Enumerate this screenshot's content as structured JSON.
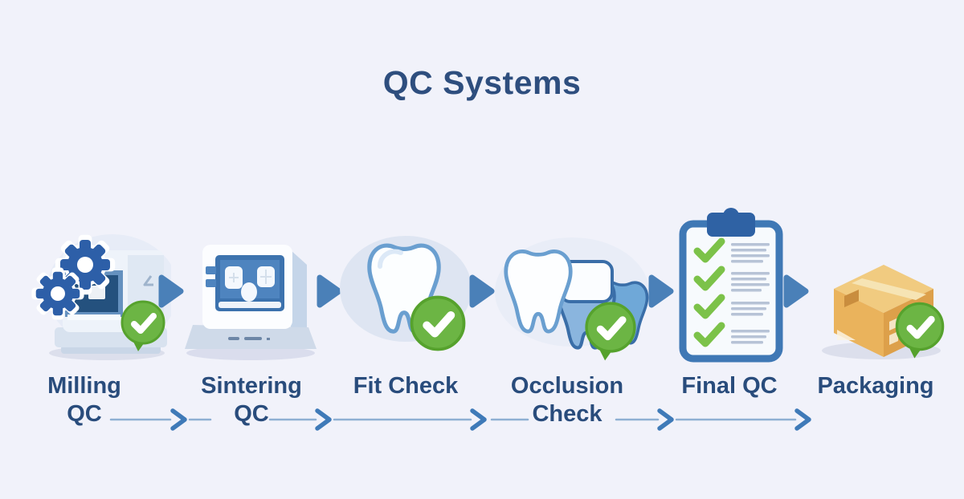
{
  "title": "QC Systems",
  "stages": [
    {
      "name": "Milling QC",
      "line1": "Milling",
      "line2": "QC",
      "icon": "milling-machine-gears-icon",
      "checked": true
    },
    {
      "name": "Sintering QC",
      "line1": "Sintering",
      "line2": "QC",
      "icon": "sintering-furnace-icon",
      "checked": false
    },
    {
      "name": "Fit Check",
      "line1": "Fit Check",
      "icon": "single-tooth-icon",
      "checked": true
    },
    {
      "name": "Occlusion Check",
      "line1": "Occlusion",
      "line2": "Check",
      "icon": "occluding-teeth-crown-icon",
      "checked": true
    },
    {
      "name": "Final QC",
      "line1": "Final QC",
      "icon": "checklist-clipboard-icon",
      "checked": true
    },
    {
      "name": "Packaging",
      "line1": "Packaging",
      "icon": "cardboard-box-icon",
      "checked": true
    }
  ],
  "colors": {
    "background": "#f1f2fa",
    "title_text": "#2e4e7e",
    "label_text": "#294c7c",
    "flow_arrow": "#4a80b8",
    "connector_line": "#8fb0d3",
    "connector_arrowhead": "#3f7ab8",
    "check_green": "#6cb544",
    "check_green_dark": "#55a12c",
    "gear_blue": "#2d5fa8",
    "clipboard_blue": "#3f78b5",
    "screen_blue": "#4e84bf",
    "box_orange_light": "#eec06a",
    "box_orange_dark": "#dda04a",
    "tooth_outline_blue": "#6a9fd0"
  }
}
